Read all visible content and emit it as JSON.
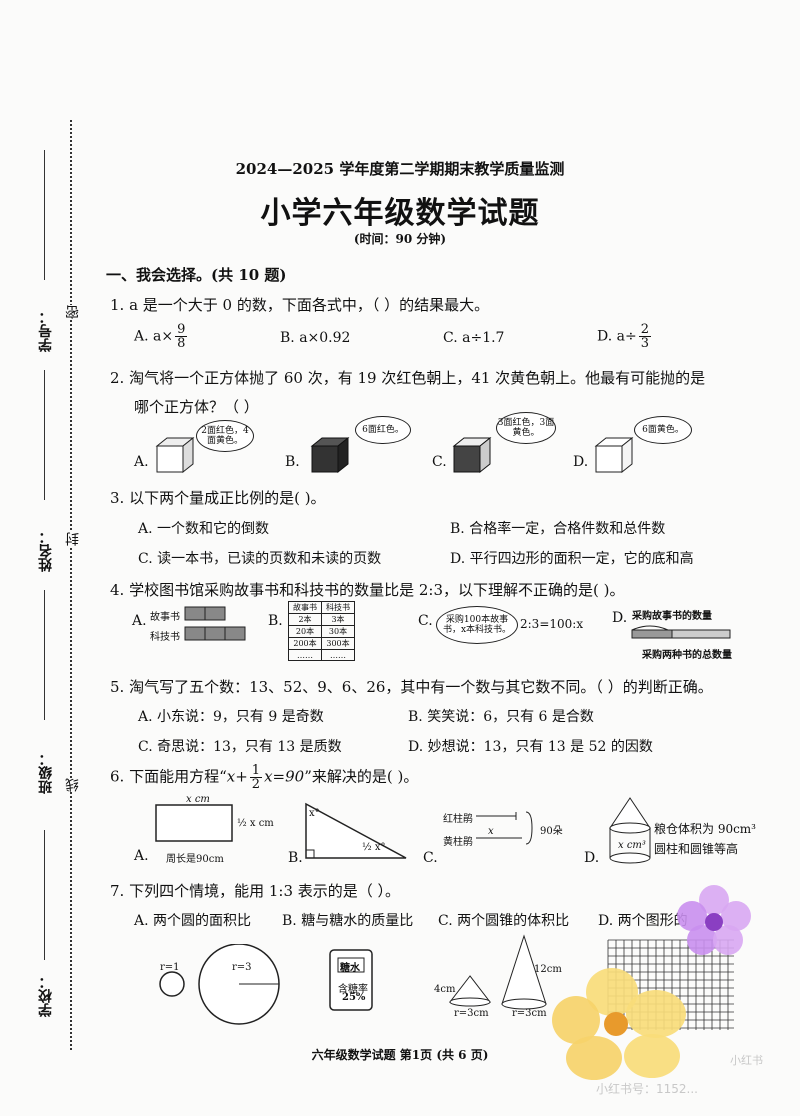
{
  "header": {
    "top_line": "2024—2025 学年度第二学期期末教学质量监测",
    "title": "小学六年级数学试题",
    "time": "(时间：90 分钟)"
  },
  "sidebar": {
    "xuehao": "学号：",
    "xingming": "姓名：",
    "banji": "班级：",
    "xuexiao": "学校：",
    "mi": "密",
    "feng": "封",
    "xian": "线"
  },
  "section1": {
    "heading": "一、我会选择。(共 10 题)"
  },
  "q1": {
    "text": "1.  a 是一个大于 0 的数，下面各式中，（      ）的结果最大。",
    "a_pre": "A.  a×",
    "a_num": "9",
    "a_den": "8",
    "b": "B.  a×0.92",
    "c": "C.  a÷1.7",
    "d_pre": "D.  a÷",
    "d_num": "2",
    "d_den": "3"
  },
  "q2": {
    "text": "2.  淘气将一个正方体抛了 60 次，有 19 次红色朝上，41 次黄色朝上。他最有可能抛的是",
    "text2": "哪个正方体？（      ）",
    "a": "A.",
    "a_bubble": "2面红色，4面黄色。",
    "b": "B.",
    "b_bubble": "6面红色。",
    "c": "C.",
    "c_bubble": "3面红色，3面黄色。",
    "d": "D.",
    "d_bubble": "6面黄色。"
  },
  "q3": {
    "text": "3.  以下两个量成正比例的是(     )。",
    "a": "A.  一个数和它的倒数",
    "b": "B.  合格率一定，合格件数和总件数",
    "c": "C.  读一本书，已读的页数和未读的页数",
    "d": "D.  平行四边形的面积一定，它的底和高"
  },
  "q4": {
    "text": "4.  学校图书馆采购故事书和科技书的数量比是 2:3，以下理解不正确的是(      )。",
    "a": "A.",
    "a_label1": "故事书",
    "a_label2": "科技书",
    "b": "B.",
    "table_head": [
      "故事书",
      "科技书"
    ],
    "table_rows": [
      [
        "2本",
        "3本"
      ],
      [
        "20本",
        "30本"
      ],
      [
        "200本",
        "300本"
      ],
      [
        "……",
        "……"
      ]
    ],
    "c": "C.",
    "c_bubble": "采购100本故事书，x本科技书。",
    "c_eq": "2:3=100:x",
    "d": "D.",
    "d_top": "采购故事书的数量",
    "d_bottom": "采购两种书的总数量"
  },
  "q5": {
    "text": "5.  淘气写了五个数：13、52、9、6、26，其中有一个数与其它数不同。（      ）的判断正确。",
    "a": "A.  小东说：9，只有 9 是奇数",
    "b": "B.  笑笑说：6，只有 6 是合数",
    "c": "C.  奇思说：13，只有 13 是质数",
    "d": "D.  妙想说：13，只有 13 是 52 的因数"
  },
  "q6": {
    "text_pre": "6.  下面能用方程“",
    "eq_a": "x+",
    "eq_num": "1",
    "eq_den": "2",
    "eq_b": "x=90",
    "text_post": "”来解决的是(     )。",
    "a": "A.",
    "a_top": "x cm",
    "a_side": "½ x cm",
    "a_inner": "周长是90cm",
    "b": "B.",
    "b_angle1": "x°",
    "b_angle2": "½ x°",
    "c": "C.",
    "c_red": "红柱鹃",
    "c_yellow": "黄柱鹃",
    "c_x": "x",
    "c_total": "90朵",
    "d": "D.",
    "d_label": "x cm³",
    "d_text1": "粮仓体积为 90cm³",
    "d_text2": "圆柱和圆锥等高"
  },
  "q7": {
    "text": "7.  下列四个情境，能用 1:3 表示的是（      ）。",
    "a": "A. 两个圆的面积比",
    "b": "B. 糖与糖水的质量比",
    "c": "C. 两个圆锥的体积比",
    "d": "D. 两个图形的",
    "r1": "r=1",
    "r3": "r=3",
    "cup_label": "糖水",
    "cup_rate": "含糖率",
    "cup_pct": "25%",
    "cone_h1": "4cm",
    "cone_h2": "12cm",
    "cone_r1": "r=3cm",
    "cone_r2": "r=3cm"
  },
  "footer": {
    "text": "六年级数学试题 第1页 (共 6 页)"
  },
  "watermark": {
    "text1": "小红书",
    "text2": "小红书号：1152..."
  }
}
